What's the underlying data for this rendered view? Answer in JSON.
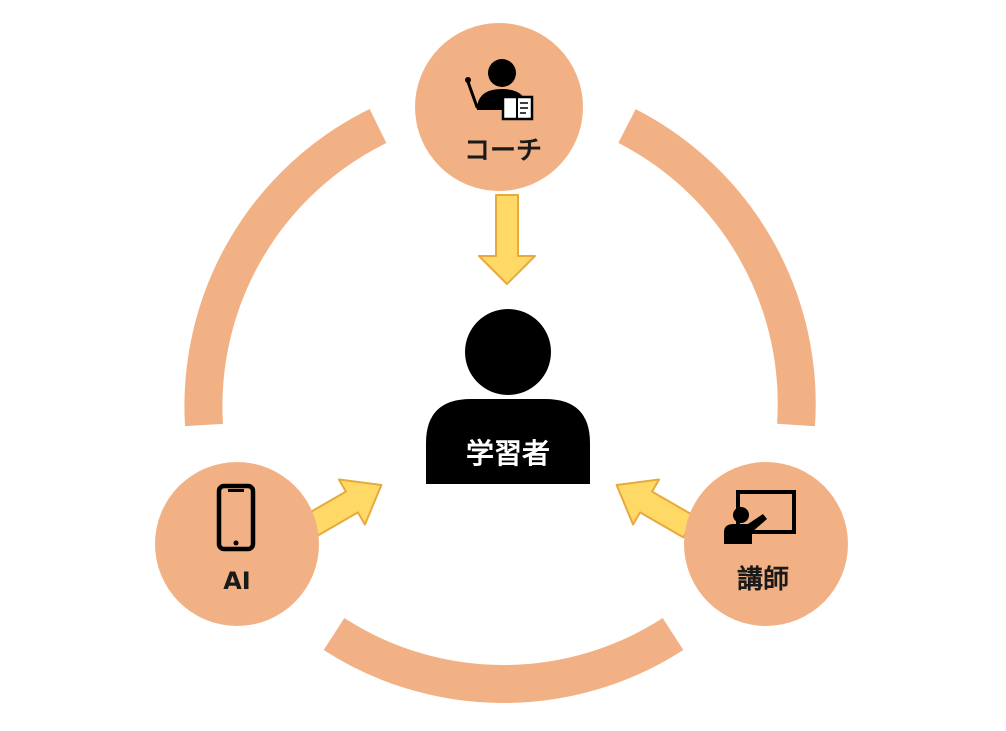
{
  "diagram": {
    "center": {
      "label": "学習者",
      "icon": "person-icon"
    },
    "nodes": [
      {
        "id": "coach",
        "label": "コーチ",
        "icon": "coach-teaching-icon"
      },
      {
        "id": "ai",
        "label": "AI",
        "icon": "smartphone-icon"
      },
      {
        "id": "instructor",
        "label": "講師",
        "icon": "presenter-board-icon"
      }
    ],
    "colors": {
      "ring": "#F2B184",
      "node": "#F2B184",
      "arrow_fill": "#FFD966",
      "arrow_stroke": "#E8A93C",
      "icon": "#000000",
      "label": "#1a1a1a",
      "learner_label": "#ffffff"
    }
  }
}
